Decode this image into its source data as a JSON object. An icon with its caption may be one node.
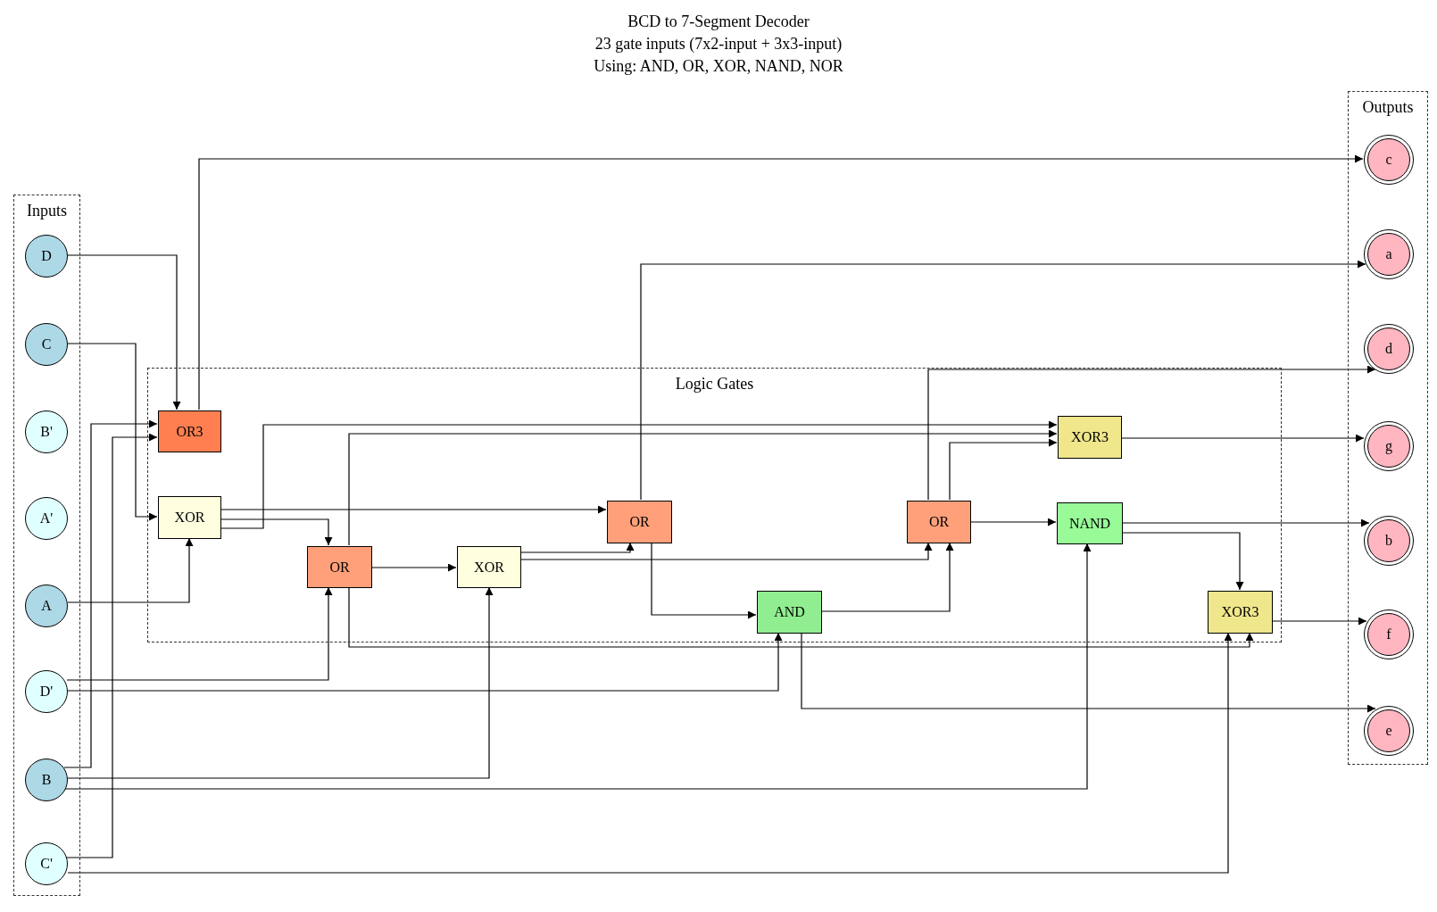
{
  "diagram": {
    "title": "BCD to 7-Segment Decoder",
    "nodes": [
      {
        "text": [
          "Inputs"
        ]
      },
      {
        "text": [
          "D"
        ],
        "in": 0
      },
      {
        "text": [
          "C"
        ],
        "in": 0
      },
      {
        "text": [
          "B'"
        ],
        "in": 0
      },
      {
        "text": [
          "A'"
        ],
        "in": 0
      },
      {
        "text": [
          "A"
        ],
        "in": 0
      },
      {
        "text": [
          "D'"
        ],
        "in": 0
      },
      {
        "text": [
          "B"
        ],
        "in": 0
      },
      {
        "text": [
          "C'"
        ],
        "in": 0
      },
      {
        "text": [
          "Logic Gates"
        ]
      },
      {
        "text": [
          "OR3"
        ],
        "in": 9
      },
      {
        "text": [
          "XOR"
        ],
        "in": 9
      },
      {
        "text": [
          "OR"
        ],
        "in": 9
      },
      {
        "text": [
          "XOR"
        ],
        "in": 9
      },
      {
        "text": [
          "OR"
        ],
        "in": 9
      },
      {
        "text": [
          "AND"
        ],
        "in": 9
      },
      {
        "text": [
          "OR"
        ],
        "in": 9
      },
      {
        "text": [
          "XOR3"
        ],
        "in": 9
      },
      {
        "text": [
          "NAND"
        ],
        "in": 9
      },
      {
        "text": [
          "XOR3"
        ],
        "in": 9
      },
      {
        "text": [
          "Outputs"
        ]
      },
      {
        "text": [
          "c"
        ],
        "in": 20
      },
      {
        "text": [
          "a"
        ],
        "in": 20
      },
      {
        "text": [
          "d"
        ],
        "in": 20
      },
      {
        "text": [
          "g"
        ],
        "in": 20
      },
      {
        "text": [
          "b"
        ],
        "in": 20
      },
      {
        "text": [
          "f"
        ],
        "in": 20
      },
      {
        "text": [
          "e"
        ],
        "in": 20
      }
    ],
    "edges": [
      {
        "from": 1,
        "to": 10,
        "arrow": "to"
      },
      {
        "from": 7,
        "to": 10,
        "arrow": "to"
      },
      {
        "from": 8,
        "to": 10,
        "arrow": "to"
      },
      {
        "from": 2,
        "to": 11,
        "arrow": "to"
      },
      {
        "from": 5,
        "to": 11,
        "arrow": "to"
      },
      {
        "from": 10,
        "to": 21,
        "arrow": "to"
      },
      {
        "from": 11,
        "to": 17,
        "arrow": "to"
      },
      {
        "from": 11,
        "to": 14,
        "arrow": "to"
      },
      {
        "from": 11,
        "to": 12,
        "arrow": "to"
      },
      {
        "from": 6,
        "to": 12,
        "arrow": "to"
      },
      {
        "from": 12,
        "to": 13,
        "arrow": "to"
      },
      {
        "from": 12,
        "to": 17,
        "arrow": "to"
      },
      {
        "from": 12,
        "to": 19,
        "arrow": "to"
      },
      {
        "from": 7,
        "to": 13,
        "arrow": "to"
      },
      {
        "from": 7,
        "to": 18,
        "arrow": "to"
      },
      {
        "from": 13,
        "to": 14,
        "arrow": "to"
      },
      {
        "from": 13,
        "to": 16,
        "arrow": "to"
      },
      {
        "from": 14,
        "to": 22,
        "arrow": "to"
      },
      {
        "from": 14,
        "to": 15,
        "arrow": "to"
      },
      {
        "from": 6,
        "to": 15,
        "arrow": "to"
      },
      {
        "from": 15,
        "to": 16,
        "arrow": "to"
      },
      {
        "from": 15,
        "to": 27,
        "arrow": "to"
      },
      {
        "from": 16,
        "to": 23,
        "arrow": "to"
      },
      {
        "from": 16,
        "to": 17,
        "arrow": "to"
      },
      {
        "from": 16,
        "to": 18,
        "arrow": "to"
      },
      {
        "from": 17,
        "to": 24,
        "arrow": "to"
      },
      {
        "from": 18,
        "to": 25,
        "arrow": "to"
      },
      {
        "from": 18,
        "to": 19,
        "arrow": "to"
      },
      {
        "from": 8,
        "to": 19,
        "arrow": "to"
      },
      {
        "from": 19,
        "to": 26,
        "arrow": "to"
      }
    ],
    "labels": [
      "23 gate inputs (7x2-input + 3x3-input)",
      "Using: AND, OR, XOR, NAND, NOR"
    ]
  }
}
